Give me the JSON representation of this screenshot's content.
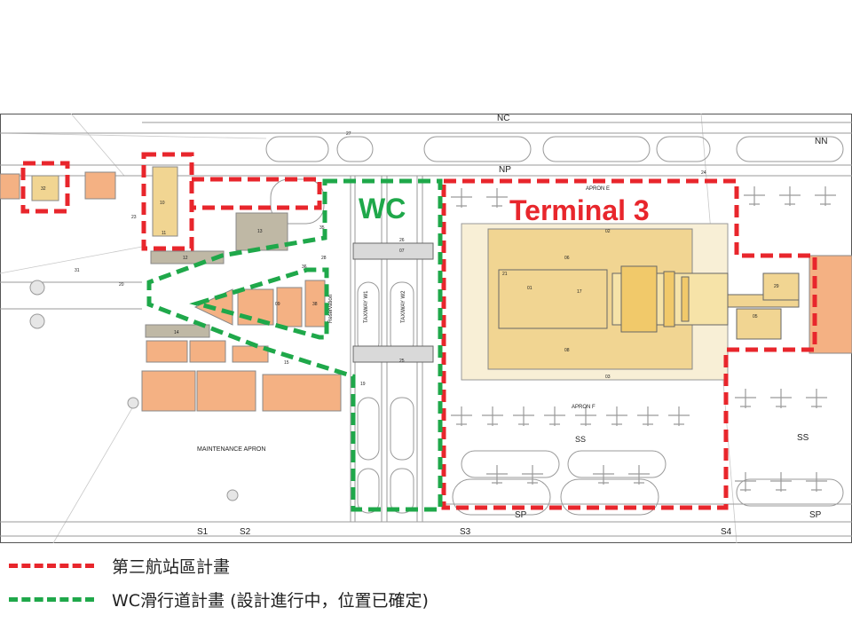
{
  "map": {
    "overlay_labels": {
      "wc": "WC",
      "terminal": "Terminal 3"
    },
    "taxiway_labels": {
      "nc": "NC",
      "np": "NP",
      "nn": "NN",
      "ss_left": "SS",
      "ss_right": "SS",
      "sp_left": "SP",
      "sp_right": "SP",
      "s1": "S1",
      "s2": "S2",
      "s3": "S3",
      "s4": "S4"
    },
    "area_labels": {
      "maintenance_apron": "MAINTENANCE APRON",
      "apron_e": "APRON E",
      "apron_f": "APRON F",
      "reservation": "Reservation",
      "taxiway_w1": "TAXIWAY W1",
      "taxiway_w2": "TAXIWAY W2"
    },
    "stand_numbers": {
      "n01": "01",
      "n02": "02",
      "n03": "03",
      "n05": "05",
      "n06": "06",
      "n07": "07",
      "n08": "08",
      "n09": "09",
      "n10": "10",
      "n11": "11",
      "n12": "12",
      "n13": "13",
      "n14": "14",
      "n15": "15",
      "n17": "17",
      "n19": "19",
      "n20": "20",
      "n21": "21",
      "n23": "23",
      "n24": "24",
      "n25": "25",
      "n26": "26",
      "n27": "27",
      "n28": "28",
      "n29": "29",
      "n31": "31",
      "n32": "32",
      "n35": "35",
      "n36": "36",
      "n38": "38"
    }
  },
  "legend": [
    {
      "label": "第三航站區計畫",
      "color": "#e8262c"
    },
    {
      "label": "WC滑行道計畫 (設計進行中，位置已確定)",
      "color": "#1fa84a"
    }
  ],
  "colors": {
    "terminal_fill": "#f1d592",
    "building_orange": "#f4b183",
    "building_gray": "#bfb8a5",
    "red_dash": "#e8262c",
    "green_dash": "#1fa84a"
  }
}
